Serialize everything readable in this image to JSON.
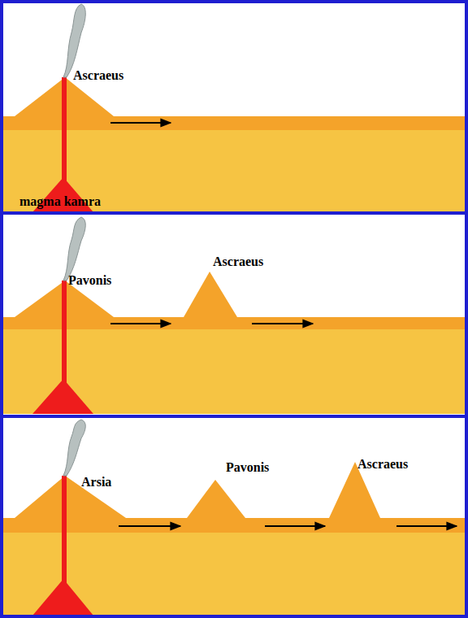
{
  "diagram": {
    "labels": [
      "Ascraeus",
      "magma kamra",
      "Pavonis",
      "Ascraeus",
      "Arsia",
      "Pavonis",
      "Ascraeus"
    ]
  }
}
